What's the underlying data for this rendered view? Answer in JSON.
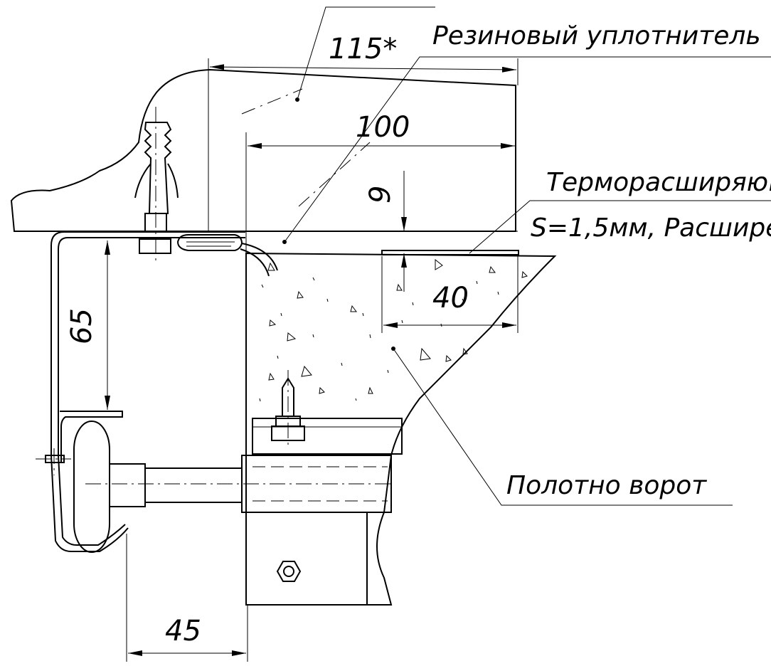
{
  "labels": {
    "rubber_seal": "Резиновый уплотнитель",
    "thermal_expanding_line1": "Терморасширяющ",
    "thermal_expanding_line2": "S=1,5мм, Расшире",
    "gate_leaf": "Полотно ворот"
  },
  "dimensions": {
    "overall_width": "115*",
    "inner_width": "100",
    "gap": "9",
    "strip_width": "40",
    "bracket_height": "65",
    "bottom_offset": "45"
  },
  "colors": {
    "line": "#000000",
    "background": "#ffffff"
  }
}
